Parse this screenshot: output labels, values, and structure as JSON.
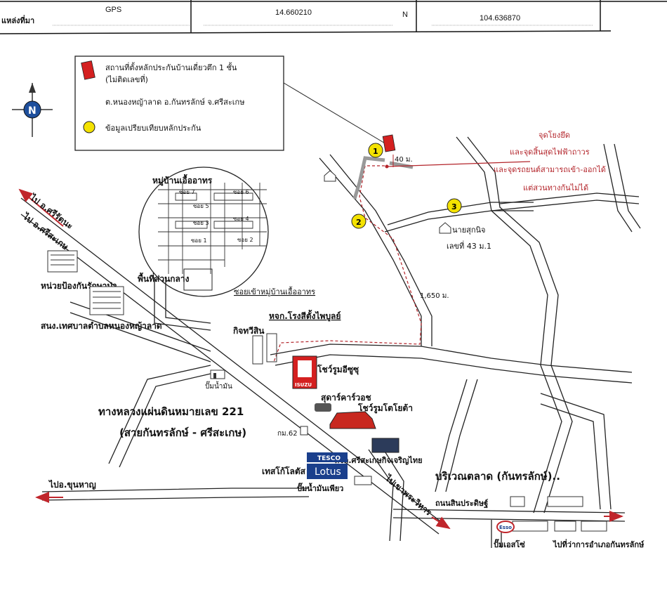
{
  "header": {
    "field_label": "แหล่งที่มา",
    "source": "GPS",
    "latitude": "14.660210",
    "lat_dir": "N",
    "longitude": "104.636870"
  },
  "legend": {
    "collateral_label": "สถานที่ตั้งหลักประกันบ้านเดี่ยวตึก 1 ชั้น",
    "collateral_note": "(ไม่ติดเลขที่)",
    "location": "ต.หนองหญ้าลาด อ.กันทรลักษ์ จ.ศรีสะเกษ",
    "comparable_label": "ข้อมูลเปรียบเทียบหลักประกัน",
    "collateral_color": "#d42020",
    "comparable_color": "#f4e200"
  },
  "compass": {
    "letter": "N"
  },
  "note": {
    "line1": "จุดโยงยึด",
    "line2": "และจุดสิ้นสุดไฟฟ้าถาวร",
    "line3": "และจุดรถยนต์สามารถเข้า-ออกได้",
    "line4": "แต่สวนทางกันไม่ได้",
    "color": "#b3242a"
  },
  "distances": {
    "short": "40 ม.",
    "long": "1,650 ม."
  },
  "markers": [
    "1",
    "2",
    "3"
  ],
  "places": {
    "village": "หมู่บ้านเอื้ออาทร",
    "village_lanes": [
      "ซอย 7",
      "ซอย 6",
      "ซอย 5",
      "ซอย 4",
      "ซอย 3",
      "ซอย 2",
      "ซอย 1"
    ],
    "central_area": "พื้นที่ส่วนกลาง",
    "village_soi": "ซอยเข้าหมู่บ้านเอื้ออาทร",
    "forest_unit": "หน่วยป้องกันรักษาป่า",
    "municipal": "สนง.เทศบาลตำบลหนองหญ้าลาด",
    "rice_mill": "หจก.โรงสีตั้งไพบูลย์",
    "kittisin": "กิจทวีสิน",
    "isuzu_logo": "ISUZU",
    "isuzu": "โชว์รูมอีซูซุ",
    "gas_station_1": "ปั๊มน้ำมัน",
    "supercar": "สุดาร์คาร์วอช",
    "toyota": "โชว์รูมโตโยต้า",
    "highway_line1": "ทางหลวงแผ่นดินหมายเลข 221",
    "highway_line2": "(สายกันทรลักษ์ - ศรีสะเกษ)",
    "km": "กม.62",
    "sisaket_kitcharoen": "หจก.ศรีสะเกษกิจเจริญไทย",
    "tesco_top": "TESCO",
    "tesco_bottom": "Lotus",
    "tesco": "เทสโก้โลตัส",
    "gas_station_2": "ปั๊มน้ำมันเพียว",
    "market": "บริเวณตลาด (กันทรลักษ์)..",
    "sin_road": "ถนนสินประดิษฐ์",
    "esso_logo": "Esso",
    "esso": "ปั๊มเอสโซ่",
    "district_office": "ไปที่ว่าการอำเภอกันทรลักษ์",
    "owner_name": "นายสุกนิจ",
    "owner_address": "เลขที่ 43 ม.1",
    "to_si_rattana": "ไป อ.ศรีรัตนะ",
    "to_sisaket": "ไป อ.ศรีสะเกษ",
    "to_khun_han": "ไปอ.ขุนหาญ",
    "to_khao_phra_wihan": "ไปเขาพระวิหาร"
  }
}
